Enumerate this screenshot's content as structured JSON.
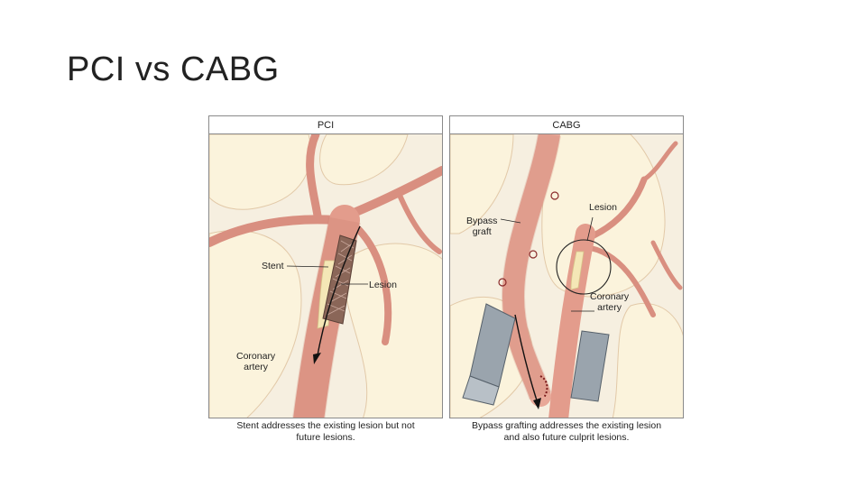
{
  "slide": {
    "title": "PCI vs CABG"
  },
  "pci_panel": {
    "header": "PCI",
    "labels": {
      "stent": "Stent",
      "lesion": "Lesion",
      "coronary_artery_line1": "Coronary",
      "coronary_artery_line2": "artery"
    },
    "caption_line1": "Stent addresses the existing lesion but not",
    "caption_line2": "future lesions."
  },
  "cabg_panel": {
    "header": "CABG",
    "labels": {
      "bypass_graft_line1": "Bypass",
      "bypass_graft_line2": "graft",
      "lesion": "Lesion",
      "coronary_artery_line1": "Coronary",
      "coronary_artery_line2": "artery"
    },
    "caption_line1": "Bypass grafting addresses the existing lesion",
    "caption_line2": "and also future culprit lesions."
  },
  "colors": {
    "tissue": "#f6efe0",
    "fat": "#fbf3dc",
    "vessel": "#e8a898",
    "vessel_dark": "#c97a6c",
    "stent": "#7a5a50",
    "clamp": "#9aa4ad"
  }
}
